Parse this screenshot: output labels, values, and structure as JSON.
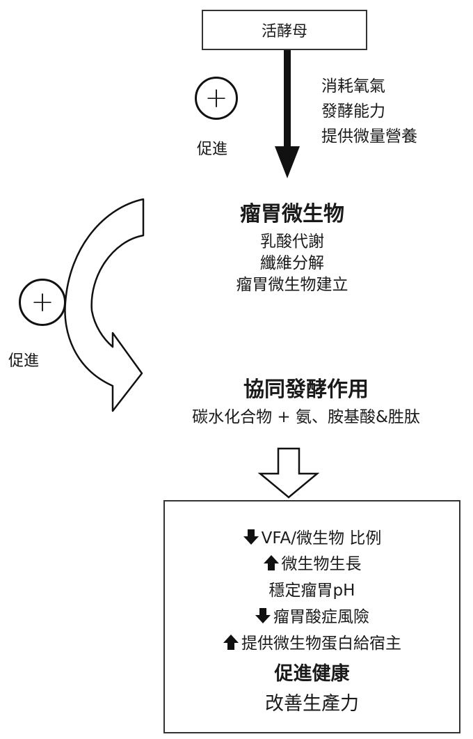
{
  "top_box": {
    "label": "活酵母"
  },
  "promote_label": "促進",
  "plus_symbol": "+",
  "yeast_effects": [
    "消耗氧氣",
    "發酵能力",
    "提供微量營養"
  ],
  "rumen": {
    "title": "瘤胃微生物",
    "items": [
      "乳酸代謝",
      "纖維分解",
      "瘤胃微生物建立"
    ]
  },
  "synergy": {
    "title": "協同發酵作用",
    "subtitle": "碳水化合物 + 氨、胺基酸&胜肽"
  },
  "results": [
    {
      "arrow": "down",
      "text": "VFA/微生物 比例"
    },
    {
      "arrow": "up",
      "text": "微生物生長"
    },
    {
      "arrow": "none",
      "text": "穩定瘤胃pH"
    },
    {
      "arrow": "down",
      "text": "瘤胃酸症風險"
    },
    {
      "arrow": "up",
      "text": "提供微生物蛋白給宿主"
    }
  ],
  "conclusions": [
    "促進健康",
    "改善生產力"
  ],
  "colors": {
    "line": "#111111",
    "border": "#333333",
    "background": "#ffffff"
  }
}
